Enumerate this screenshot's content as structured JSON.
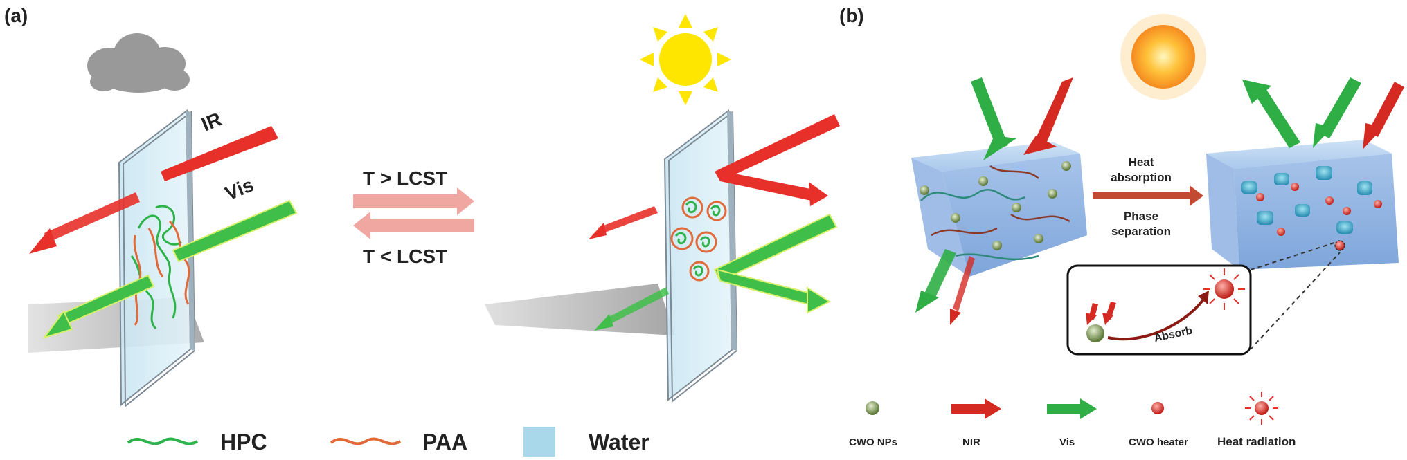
{
  "panel_a": {
    "label": "(a)",
    "ir_label": "IR",
    "vis_label": "Vis",
    "forward_condition": "T > LCST",
    "reverse_condition": "T < LCST",
    "legend": {
      "hpc": "HPC",
      "paa": "PAA",
      "water": "Water"
    }
  },
  "panel_b": {
    "label": "(b)",
    "arrow_text_1": "Heat",
    "arrow_text_2": "absorption",
    "arrow_text_3": "Phase",
    "arrow_text_4": "separation",
    "absorb_label": "Absorb",
    "legend": {
      "cwo_nps": "CWO NPs",
      "nir": "NIR",
      "vis": "Vis",
      "cwo_heater": "CWO heater",
      "heat_radiation": "Heat radiation"
    }
  },
  "colors": {
    "hpc_green": "#2db34a",
    "paa_orange": "#e06a3a",
    "water_blue": "#a8d8ea",
    "ir_red": "#e8302a",
    "vis_green": "#3fbf4a",
    "sun_yellow": "#ffe600",
    "cloud_gray": "#9a9a9a"
  }
}
